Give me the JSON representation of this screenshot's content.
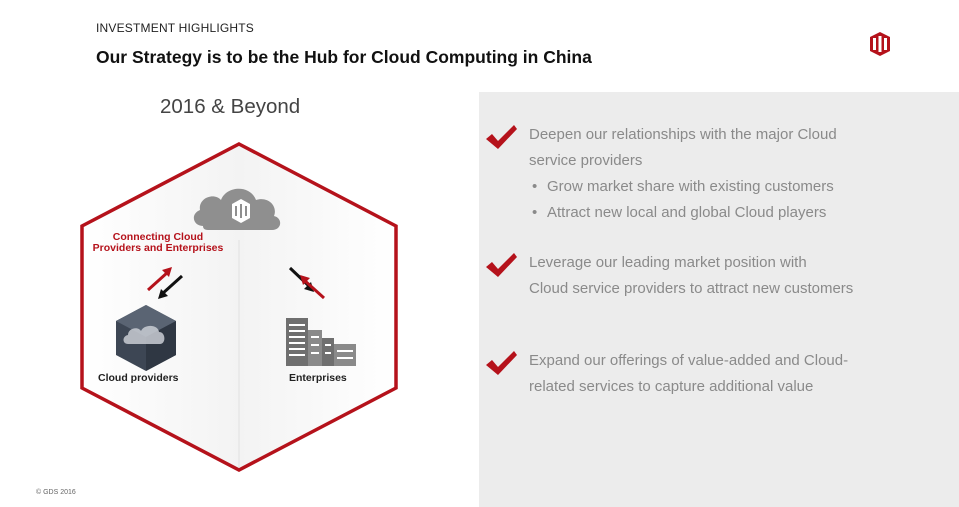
{
  "header": {
    "eyebrow": "INVESTMENT HIGHLIGHTS",
    "title": "Our Strategy is to be the Hub for Cloud Computing in China"
  },
  "logo": {
    "icon": "gds-logo-icon",
    "color": "#b5121b"
  },
  "diagram": {
    "subtitle": "2016 & Beyond",
    "center_label_line1": "Connecting Cloud",
    "center_label_line2": "Providers and Enterprises",
    "left_label": "Cloud providers",
    "right_label": "Enterprises",
    "accent_color": "#b5121b"
  },
  "bullets": [
    {
      "text_line1": "Deepen our relationships with the major Cloud",
      "text_line2": "service providers",
      "sub": [
        "Grow market share with existing customers",
        "Attract new local and global Cloud players"
      ]
    },
    {
      "text_line1": "Leverage our leading market position with",
      "text_line2": "Cloud service providers to attract new customers"
    },
    {
      "text_line1": "Expand our offerings of value-added and Cloud-",
      "text_line2": "related services to capture additional value"
    }
  ],
  "footer": {
    "copyright": "© GDS 2016"
  }
}
